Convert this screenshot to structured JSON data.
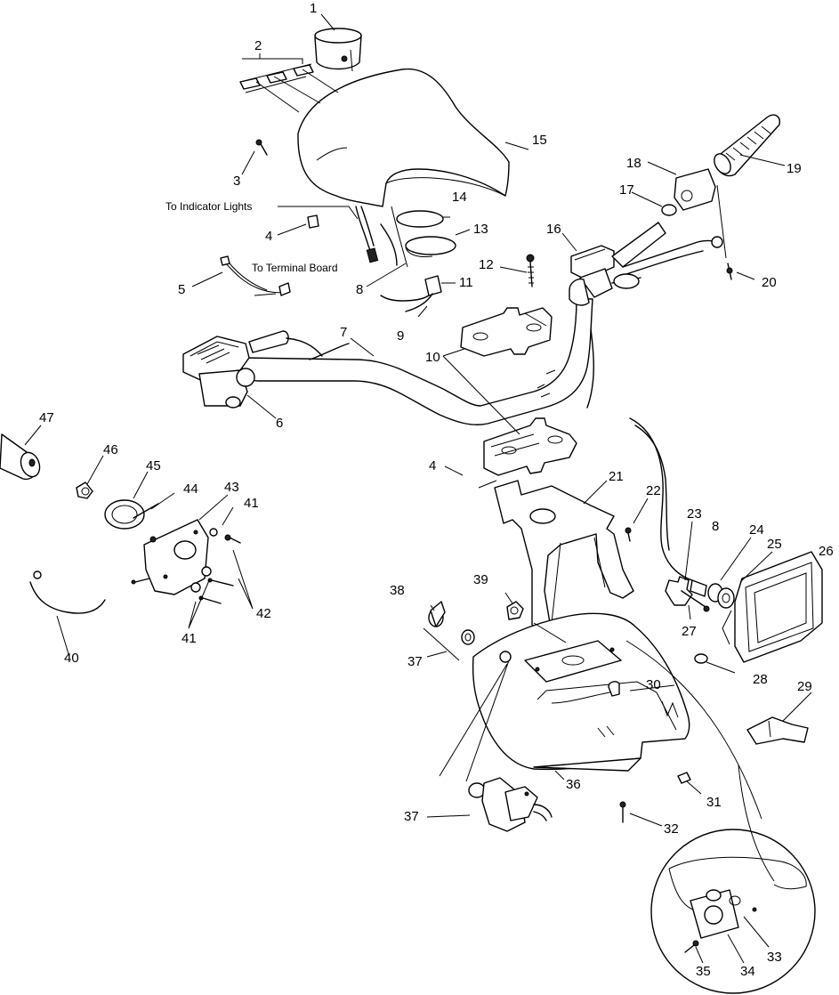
{
  "notes": {
    "indicator": "To Indicator  Lights",
    "terminal": "To Terminal Board"
  },
  "callouts": [
    {
      "id": "c1",
      "text": "1"
    },
    {
      "id": "c2",
      "text": "2"
    },
    {
      "id": "c3",
      "text": "3"
    },
    {
      "id": "c4a",
      "text": "4"
    },
    {
      "id": "c4b",
      "text": "4"
    },
    {
      "id": "c5",
      "text": "5"
    },
    {
      "id": "c6",
      "text": "6"
    },
    {
      "id": "c7",
      "text": "7"
    },
    {
      "id": "c8a",
      "text": "8"
    },
    {
      "id": "c8b",
      "text": "8"
    },
    {
      "id": "c9",
      "text": "9"
    },
    {
      "id": "c10",
      "text": "10"
    },
    {
      "id": "c11",
      "text": "11"
    },
    {
      "id": "c12",
      "text": "12"
    },
    {
      "id": "c13",
      "text": "13"
    },
    {
      "id": "c14",
      "text": "14"
    },
    {
      "id": "c15",
      "text": "15"
    },
    {
      "id": "c16",
      "text": "16"
    },
    {
      "id": "c17",
      "text": "17"
    },
    {
      "id": "c18",
      "text": "18"
    },
    {
      "id": "c19",
      "text": "19"
    },
    {
      "id": "c20",
      "text": "20"
    },
    {
      "id": "c21",
      "text": "21"
    },
    {
      "id": "c22",
      "text": "22"
    },
    {
      "id": "c23",
      "text": "23"
    },
    {
      "id": "c24",
      "text": "24"
    },
    {
      "id": "c25",
      "text": "25"
    },
    {
      "id": "c26",
      "text": "26"
    },
    {
      "id": "c27",
      "text": "27"
    },
    {
      "id": "c28",
      "text": "28"
    },
    {
      "id": "c29",
      "text": "29"
    },
    {
      "id": "c30",
      "text": "30"
    },
    {
      "id": "c31",
      "text": "31"
    },
    {
      "id": "c32",
      "text": "32"
    },
    {
      "id": "c33",
      "text": "33"
    },
    {
      "id": "c34",
      "text": "34"
    },
    {
      "id": "c35",
      "text": "35"
    },
    {
      "id": "c36",
      "text": "36"
    },
    {
      "id": "c37a",
      "text": "37"
    },
    {
      "id": "c37b",
      "text": "37"
    },
    {
      "id": "c38",
      "text": "38"
    },
    {
      "id": "c39",
      "text": "39"
    },
    {
      "id": "c40",
      "text": "40"
    },
    {
      "id": "c41a",
      "text": "41"
    },
    {
      "id": "c41b",
      "text": "41"
    },
    {
      "id": "c42",
      "text": "42"
    },
    {
      "id": "c43",
      "text": "43"
    },
    {
      "id": "c44",
      "text": "44"
    },
    {
      "id": "c45",
      "text": "45"
    },
    {
      "id": "c46",
      "text": "46"
    },
    {
      "id": "c47",
      "text": "47"
    }
  ]
}
